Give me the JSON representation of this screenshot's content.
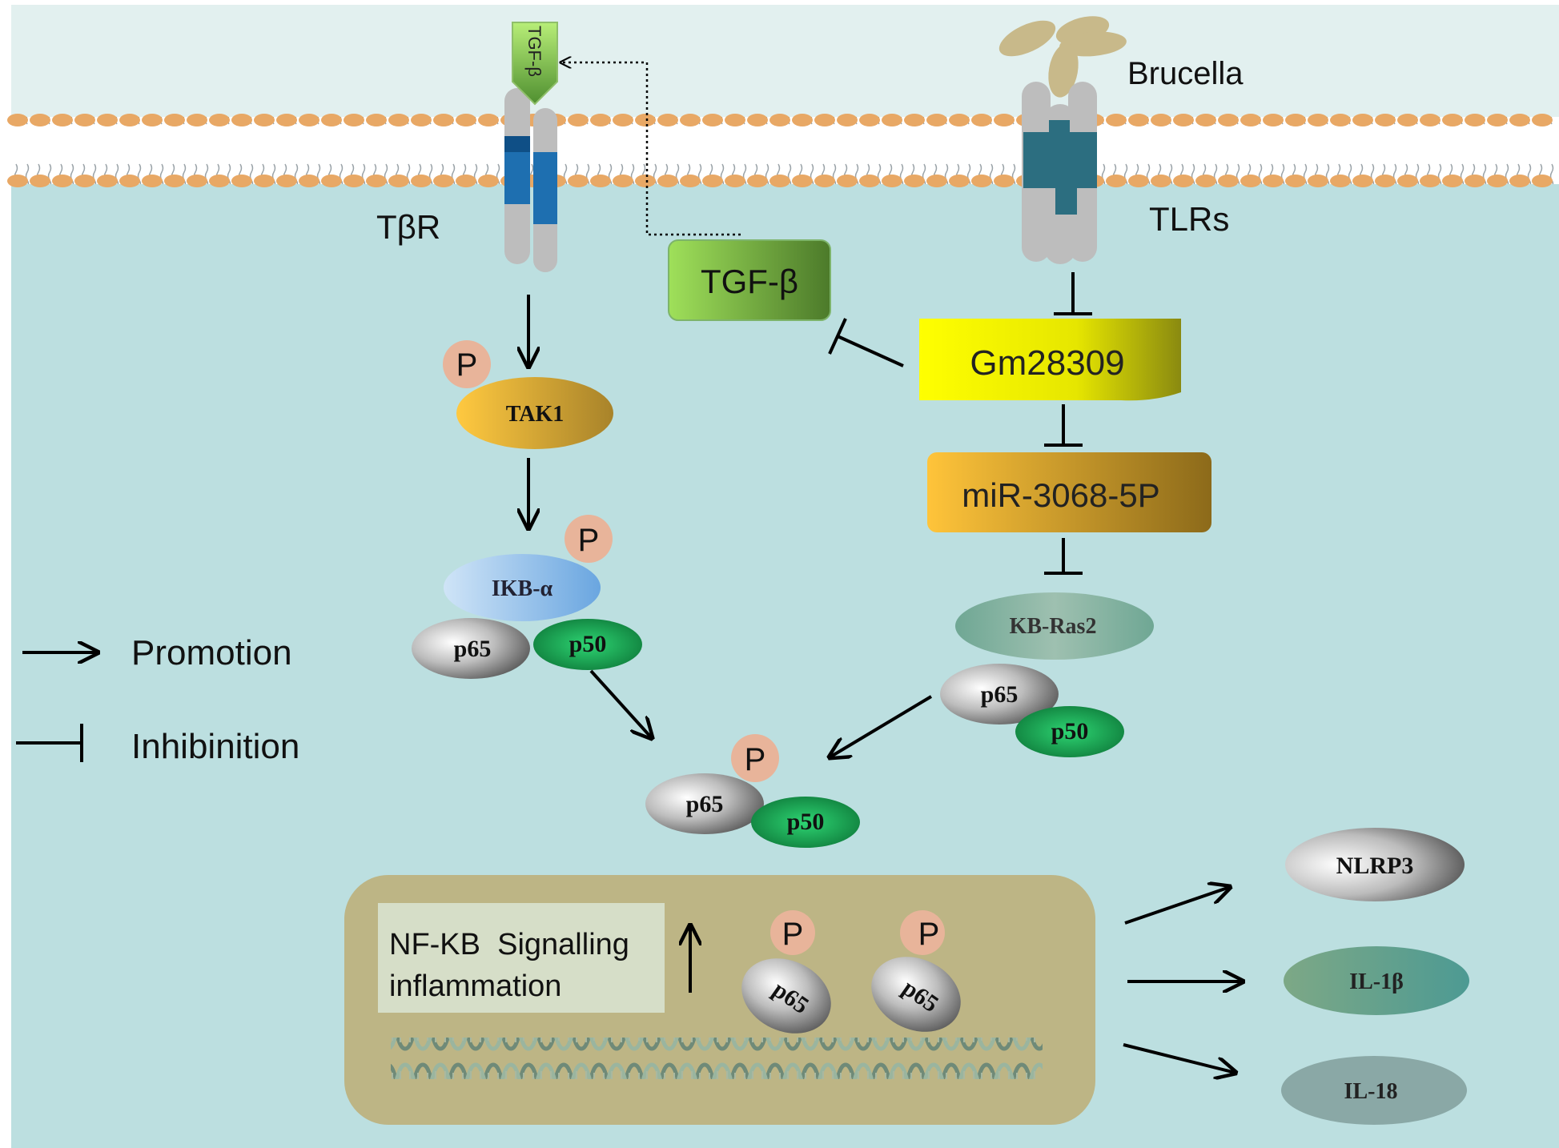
{
  "labels": {
    "tgf_receptor_ligand": "TGF-β",
    "brucella": "Brucella",
    "tbr": "TβR",
    "tlrs": "TLRs",
    "tgf_box": "TGF-β",
    "gm28309": "Gm28309",
    "mir": "miR-3068-5P",
    "kb_ras2": "KB-Ras2",
    "tak1": "TAK1",
    "ikb_alpha": "IKB-α",
    "phospho": "P",
    "p65": "p65",
    "p50": "p50",
    "nfkb_line1": "NF-KB  Signalling",
    "nfkb_line2": "inflammation",
    "nlrp3": "NLRP3",
    "il1b": "IL-1β",
    "il18": "IL-18"
  },
  "legend": {
    "promotion": "Promotion",
    "inhibition": "Inhibinition"
  },
  "colors": {
    "extracellular": "#e2f0ef",
    "cytoplasm": "#bcdfe0",
    "membrane_head": "#e8a865",
    "nucleus": "#bdb585",
    "promotion_arrow": "#000000"
  }
}
